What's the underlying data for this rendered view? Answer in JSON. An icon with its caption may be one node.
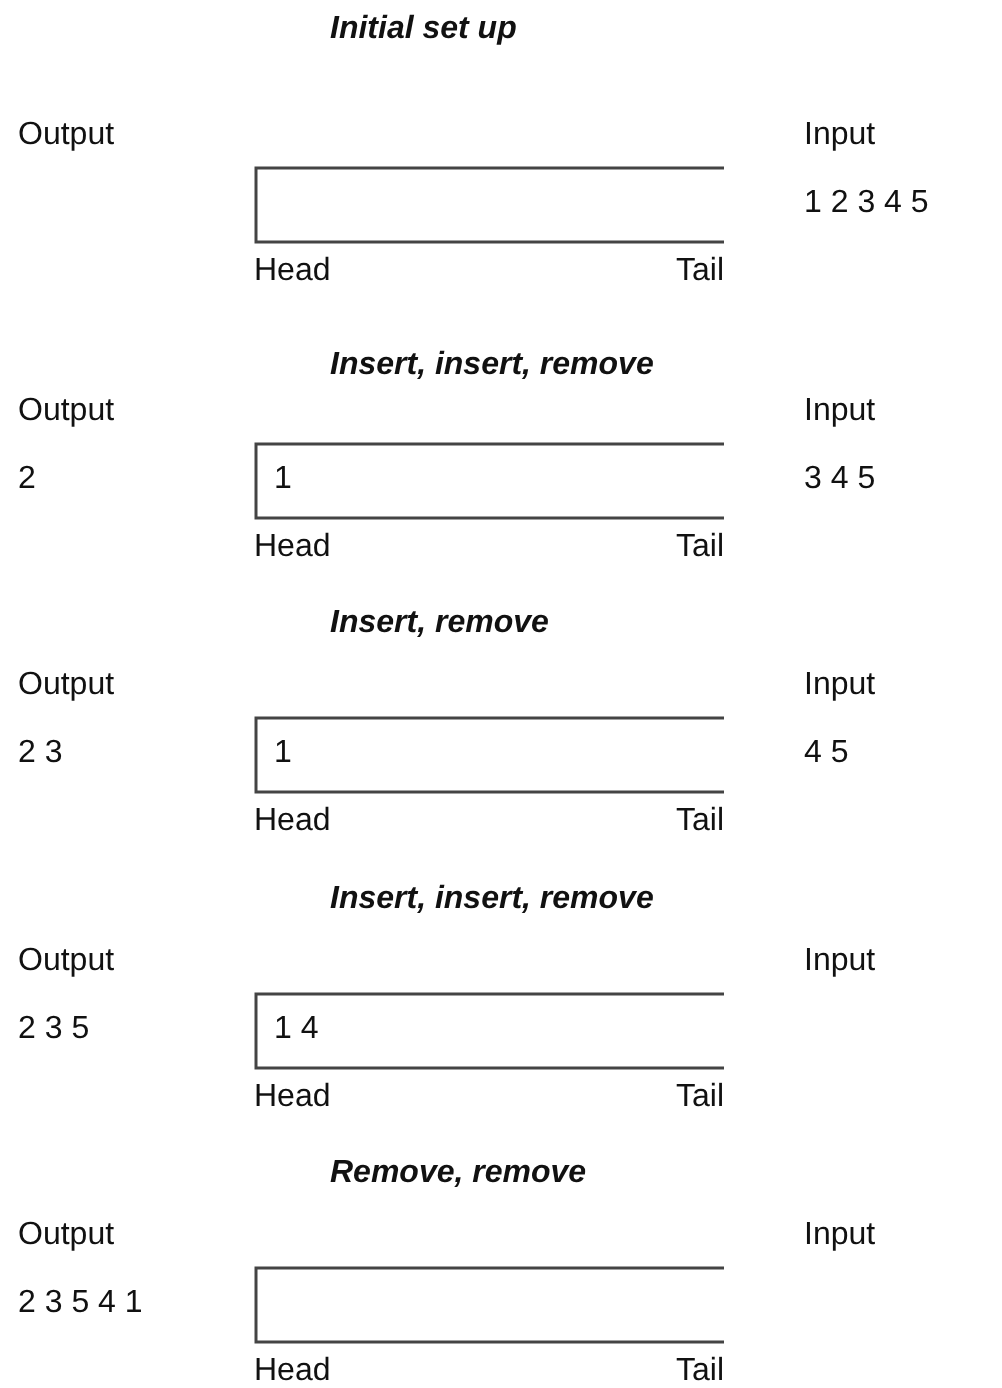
{
  "diagram": {
    "nodes": [
      {
        "text": [],
        "shape": "box",
        "beside": [
          "Head",
          "Tail"
        ]
      },
      {
        "text": [
          "1"
        ],
        "beside": [
          "Head",
          "Tail"
        ]
      },
      {
        "text": [
          "1"
        ],
        "beside": [
          "Head",
          "Tail"
        ]
      },
      {
        "text": [
          "1 4"
        ],
        "beside": [
          "Head",
          "Tail"
        ]
      },
      {
        "text": [],
        "shape": "box",
        "beside": [
          "Head",
          "Tail"
        ]
      }
    ],
    "labels": [
      "Initial set up",
      "Output",
      "Input",
      "1 2 3 4 5",
      "Insert, insert, remove",
      "Output",
      "Input",
      "2",
      "3 4 5",
      "Insert, remove",
      "Output",
      "Input",
      "2 3",
      "4 5",
      "Insert, insert, remove",
      "Output",
      "Input",
      "2 3 5",
      "Remove, remove",
      "Output",
      "Input",
      "2 3 5 4 1"
    ]
  }
}
